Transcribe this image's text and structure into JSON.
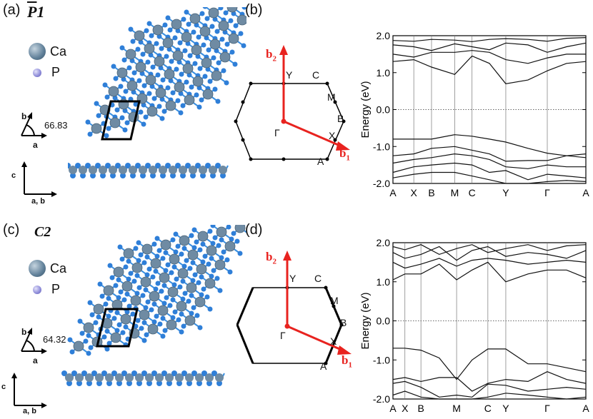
{
  "panels": {
    "a": {
      "label": "(a)",
      "space_group_bar": "P",
      "space_group_rest": "1",
      "legend": [
        {
          "name": "Ca",
          "color": "#5f7f98"
        },
        {
          "name": "P",
          "color": "#8c8ad8"
        }
      ],
      "axis_b": "b",
      "axis_a": "a",
      "angle": "66.83",
      "side_c": "c",
      "side_ab": "a, b"
    },
    "b": {
      "label": "(b)",
      "b2": "b",
      "b2_sub": "2",
      "b1": "b",
      "b1_sub": "1",
      "points": {
        "Y": "Y",
        "C": "C",
        "M": "M",
        "B": "B",
        "X": "X",
        "A": "A",
        "G": "Γ"
      }
    },
    "c": {
      "label": "(c)",
      "space_group": "C2",
      "legend": [
        {
          "name": "Ca",
          "color": "#5f7f98"
        },
        {
          "name": "P",
          "color": "#8c8ad8"
        }
      ],
      "axis_b": "b",
      "axis_a": "a",
      "angle": "64.32",
      "side_c": "c",
      "side_ab": "a, b"
    },
    "d": {
      "label": "(d)",
      "b2": "b",
      "b2_sub": "2",
      "b1": "b",
      "b1_sub": "1",
      "points": {
        "Y": "Y",
        "C": "C",
        "M": "M",
        "B": "B",
        "X": "X",
        "A": "A",
        "G": "Γ"
      }
    }
  },
  "colors": {
    "atom_ca": "#6f8ba3",
    "atom_p": "#2f7fd8",
    "bond": "#3a8fe0",
    "vector": "#e8231f"
  },
  "chart_data": [
    {
      "type": "line",
      "panel": "b",
      "ylabel": "Energy (eV)",
      "ylim": [
        -2.0,
        2.0
      ],
      "yticks": [
        "-2.0",
        "-1.0",
        "0.0",
        "1.0",
        "2.0"
      ],
      "k_labels": [
        "A",
        "X",
        "B",
        "M",
        "C",
        "Y",
        "Γ",
        "A"
      ],
      "k_positions": [
        0.0,
        0.108,
        0.2,
        0.32,
        0.41,
        0.585,
        0.8,
        1.0
      ],
      "fermi_level": 0.0,
      "series": [
        {
          "x": [
            0,
            0.108,
            0.2,
            0.32,
            0.41,
            0.5,
            0.585,
            0.7,
            0.8,
            0.9,
            1.0
          ],
          "values": [
            1.87,
            1.85,
            1.9,
            1.88,
            1.84,
            1.9,
            1.92,
            1.9,
            1.85,
            1.93,
            1.95
          ]
        },
        {
          "x": [
            0,
            0.108,
            0.2,
            0.32,
            0.41,
            0.5,
            0.585,
            0.7,
            0.8,
            0.9,
            1.0
          ],
          "values": [
            1.75,
            1.7,
            1.6,
            1.78,
            1.7,
            1.62,
            1.8,
            1.75,
            1.55,
            1.7,
            1.8
          ]
        },
        {
          "x": [
            0,
            0.108,
            0.2,
            0.32,
            0.41,
            0.5,
            0.585,
            0.7,
            0.8,
            0.9,
            1.0
          ],
          "values": [
            1.5,
            1.42,
            1.55,
            1.55,
            1.6,
            1.55,
            1.35,
            1.25,
            1.4,
            1.5,
            1.5
          ]
        },
        {
          "x": [
            0,
            0.108,
            0.2,
            0.32,
            0.41,
            0.5,
            0.585,
            0.7,
            0.8,
            0.9,
            1.0
          ],
          "values": [
            1.3,
            1.35,
            1.15,
            0.95,
            1.45,
            1.25,
            0.7,
            0.8,
            1.05,
            1.25,
            1.3
          ]
        },
        {
          "x": [
            0,
            0.108,
            0.2,
            0.32,
            0.41,
            0.5,
            0.585,
            0.7,
            0.8,
            0.9,
            1.0
          ],
          "values": [
            -0.8,
            -0.8,
            -0.8,
            -0.68,
            -0.72,
            -0.8,
            -0.88,
            -1.05,
            -1.18,
            -1.25,
            -1.3
          ]
        },
        {
          "x": [
            0,
            0.108,
            0.2,
            0.32,
            0.41,
            0.5,
            0.585,
            0.7,
            0.8,
            0.9,
            1.0
          ],
          "values": [
            -1.25,
            -1.2,
            -1.05,
            -1.0,
            -1.1,
            -1.2,
            -1.4,
            -1.38,
            -1.38,
            -1.25,
            -1.2
          ]
        },
        {
          "x": [
            0,
            0.108,
            0.2,
            0.32,
            0.41,
            0.5,
            0.585,
            0.7,
            0.8,
            0.9,
            1.0
          ],
          "values": [
            -1.45,
            -1.35,
            -1.3,
            -1.2,
            -1.25,
            -1.35,
            -1.55,
            -1.6,
            -1.5,
            -1.55,
            -1.55
          ]
        },
        {
          "x": [
            0,
            0.108,
            0.2,
            0.32,
            0.41,
            0.5,
            0.585,
            0.7,
            0.8,
            0.9,
            1.0
          ],
          "values": [
            -1.7,
            -1.55,
            -1.5,
            -1.45,
            -1.5,
            -1.7,
            -1.65,
            -1.9,
            -1.75,
            -1.8,
            -1.85
          ]
        },
        {
          "x": [
            0,
            0.108,
            0.2,
            0.32,
            0.41,
            0.5,
            0.585,
            0.7,
            0.8,
            0.9,
            1.0
          ],
          "values": [
            -1.85,
            -1.75,
            -1.7,
            -1.7,
            -1.8,
            -1.9,
            -2.0,
            -2.0,
            -1.95,
            -1.92,
            -1.95
          ]
        }
      ]
    },
    {
      "type": "line",
      "panel": "d",
      "ylabel": "Energy (eV)",
      "ylim": [
        -2.0,
        2.0
      ],
      "yticks": [
        "-2.0",
        "-1.0",
        "0.0",
        "1.0",
        "2.0"
      ],
      "k_labels": [
        "A",
        "X",
        "B",
        "M",
        "C",
        "Y",
        "Γ",
        "A"
      ],
      "k_positions": [
        0.0,
        0.062,
        0.145,
        0.33,
        0.492,
        0.585,
        0.8,
        1.0
      ],
      "fermi_level": 0.0,
      "series": [
        {
          "x": [
            0,
            0.062,
            0.145,
            0.24,
            0.33,
            0.41,
            0.492,
            0.585,
            0.7,
            0.8,
            0.9,
            1.0
          ],
          "values": [
            1.9,
            1.82,
            1.95,
            1.7,
            1.85,
            1.95,
            1.75,
            1.85,
            1.95,
            1.8,
            1.92,
            1.95
          ]
        },
        {
          "x": [
            0,
            0.062,
            0.145,
            0.24,
            0.33,
            0.41,
            0.492,
            0.585,
            0.7,
            0.8,
            0.9,
            1.0
          ],
          "values": [
            1.75,
            1.6,
            1.7,
            1.9,
            1.55,
            1.8,
            1.9,
            1.65,
            1.75,
            1.7,
            1.6,
            1.8
          ]
        },
        {
          "x": [
            0,
            0.062,
            0.145,
            0.24,
            0.33,
            0.41,
            0.492,
            0.585,
            0.7,
            0.8,
            0.9,
            1.0
          ],
          "values": [
            1.5,
            1.35,
            1.45,
            1.6,
            1.4,
            1.55,
            1.6,
            1.55,
            1.45,
            1.5,
            1.55,
            1.5
          ]
        },
        {
          "x": [
            0,
            0.062,
            0.145,
            0.24,
            0.33,
            0.41,
            0.492,
            0.585,
            0.7,
            0.8,
            0.9,
            1.0
          ],
          "values": [
            1.05,
            1.2,
            1.2,
            1.45,
            1.05,
            1.3,
            1.5,
            1.0,
            1.2,
            1.3,
            1.3,
            1.1
          ]
        },
        {
          "x": [
            0,
            0.062,
            0.145,
            0.24,
            0.33,
            0.41,
            0.492,
            0.585,
            0.7,
            0.8,
            0.9,
            1.0
          ],
          "values": [
            -0.7,
            -0.7,
            -0.75,
            -0.95,
            -1.5,
            -1.0,
            -0.72,
            -0.72,
            -1.1,
            -1.1,
            -1.2,
            -1.3
          ]
        },
        {
          "x": [
            0,
            0.062,
            0.145,
            0.24,
            0.33,
            0.41,
            0.492,
            0.585,
            0.7,
            0.8,
            0.9,
            1.0
          ],
          "values": [
            -1.5,
            -1.45,
            -1.55,
            -1.45,
            -1.45,
            -1.8,
            -1.6,
            -1.5,
            -1.55,
            -1.3,
            -1.5,
            -1.6
          ]
        },
        {
          "x": [
            0,
            0.062,
            0.145,
            0.24,
            0.33,
            0.41,
            0.492,
            0.585,
            0.7,
            0.8,
            0.9,
            1.0
          ],
          "values": [
            -1.6,
            -1.55,
            -1.7,
            -1.95,
            -1.9,
            -1.95,
            -1.62,
            -1.65,
            -1.8,
            -1.75,
            -1.7,
            -1.75
          ]
        },
        {
          "x": [
            0,
            0.062,
            0.145,
            0.24,
            0.33,
            0.41,
            0.492,
            0.585,
            0.7,
            0.8,
            0.9,
            1.0
          ],
          "values": [
            -1.9,
            -1.8,
            -1.95,
            -2.0,
            -2.0,
            -2.0,
            -1.95,
            -1.85,
            -1.9,
            -1.95,
            -2.0,
            -1.95
          ]
        }
      ]
    }
  ]
}
